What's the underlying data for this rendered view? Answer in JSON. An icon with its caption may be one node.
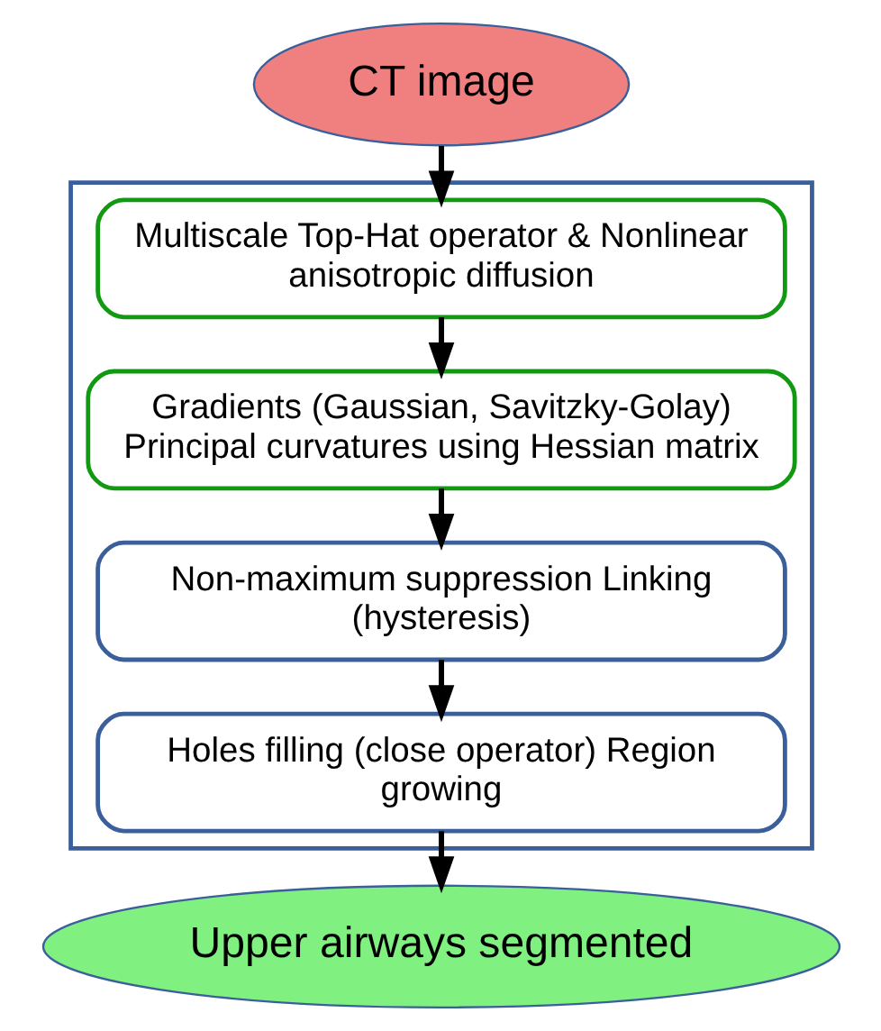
{
  "diagram": {
    "nodes": [
      {
        "text": [
          "CT image"
        ]
      },
      {
        "text": [],
        "shape": "box"
      },
      {
        "text": [
          "Multiscale Top-Hat operator & Nonlinear anisotropic diffusion"
        ],
        "in": 1
      },
      {
        "text": [
          "Gradients (Gaussian, Savitzky-Golay) Principal curvatures using Hessian matrix"
        ],
        "in": 1
      },
      {
        "text": [
          "Non-maximum suppression Linking (hysteresis)"
        ],
        "in": 1
      },
      {
        "text": [
          "Holes filling (close operator) Region growing"
        ],
        "in": 1
      },
      {
        "text": [
          "Upper airways segmented"
        ]
      }
    ],
    "edges": [
      {
        "from": 0,
        "to": 2,
        "arrow": "to"
      },
      {
        "from": 2,
        "to": 3,
        "arrow": "to"
      },
      {
        "from": 3,
        "to": 4,
        "arrow": "to"
      },
      {
        "from": 4,
        "to": 5,
        "arrow": "to"
      },
      {
        "from": 5,
        "to": 6,
        "arrow": "to"
      }
    ]
  }
}
